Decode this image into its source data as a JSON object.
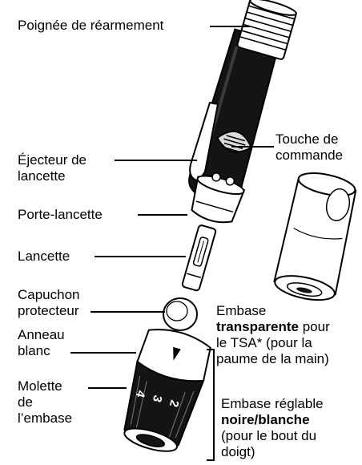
{
  "labels": {
    "reset_handle": "Poignée de réarmement",
    "lancet_ejector": [
      "Éjecteur de",
      "lancette"
    ],
    "lancet_holder": "Porte-lancette",
    "lancet": "Lancette",
    "protective_cap": [
      "Capuchon",
      "protecteur"
    ],
    "white_ring": [
      "Anneau",
      "blanc"
    ],
    "dial": [
      "Molette",
      "de",
      "l’embase"
    ],
    "command_button": [
      "Touche de",
      "commande"
    ],
    "clear_cap": {
      "line1": "Embase",
      "bold": "transparente",
      "line2_rest": " pour",
      "line3": "le TSA* (pour la",
      "line4": "paume de la main)"
    },
    "adjustable_cap": {
      "line1": "Embase réglable",
      "bold": "noire/blanche",
      "line3": "(pour le bout du",
      "line4": "doigt)"
    }
  },
  "dial_numbers": [
    "2",
    "3",
    "4"
  ],
  "colors": {
    "ink": "#000000",
    "body": "#141414",
    "white": "#ffffff",
    "grey": "#dcdcdc"
  }
}
